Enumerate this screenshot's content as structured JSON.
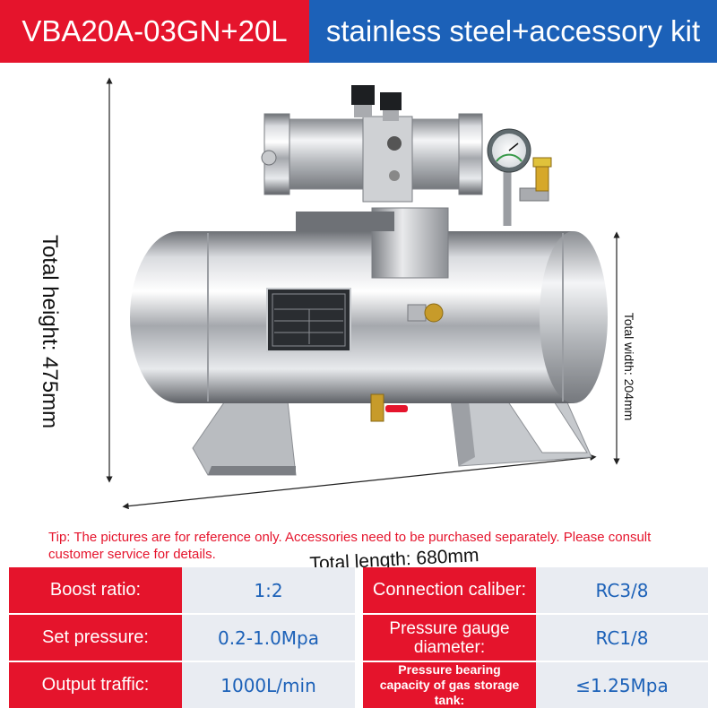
{
  "header": {
    "model": "VBA20A-03GN+20L",
    "kit": "stainless steel+accessory kit"
  },
  "dimensions": {
    "height": "Total height: 475mm",
    "width": "Total width: 204mm",
    "length": "Total length: 680mm"
  },
  "tip": "Tip: The pictures are for reference only. Accessories need to be purchased separately. Please consult customer service for details.",
  "specs": [
    {
      "label": "Boost ratio:",
      "value": "1:2"
    },
    {
      "label": "Set pressure:",
      "value": "0.2-1.0Mpa"
    },
    {
      "label": "Output traffic:",
      "value": "1000L/min"
    },
    {
      "label": "Connection caliber:",
      "value": "RC3/8"
    },
    {
      "label": "Pressure gauge diameter:",
      "value": "RC1/8"
    },
    {
      "label": "Pressure bearing capacity of gas storage tank:",
      "value": "≤1.25Mpa"
    }
  ],
  "colors": {
    "brand_red": "#e5142c",
    "brand_blue": "#1c61b8"
  }
}
